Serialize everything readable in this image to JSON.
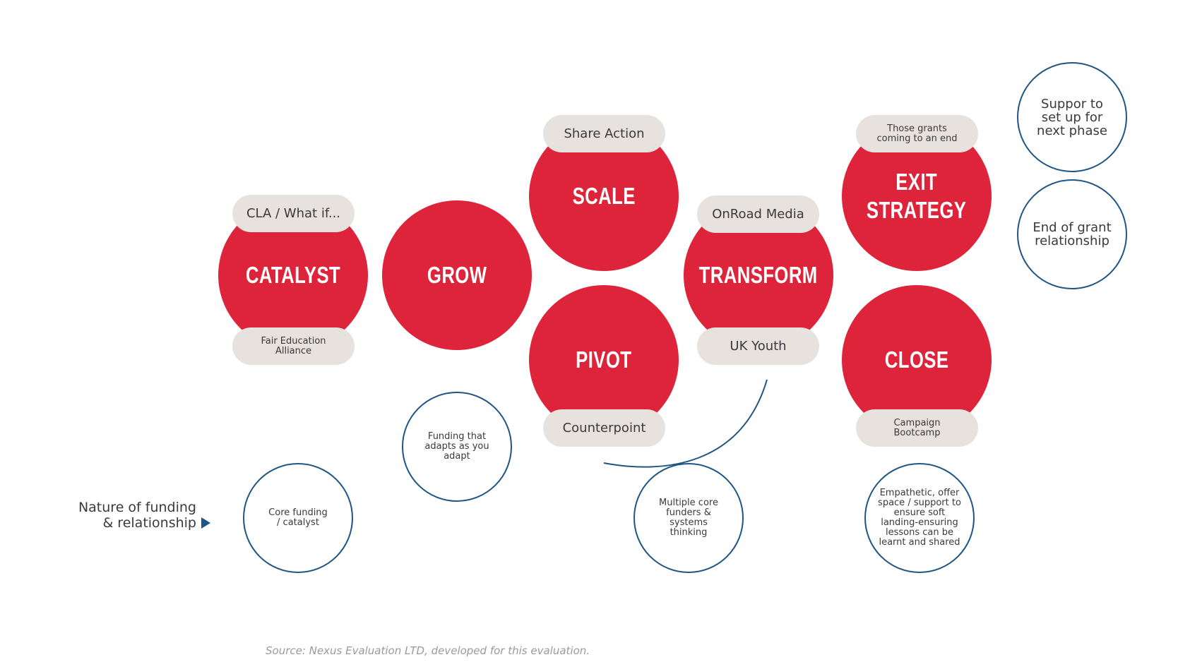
{
  "stages": [
    {
      "id": "catalyst",
      "title": "CATALYST",
      "top_pill": "CLA / What if...",
      "bottom_pill": "Fair Education\nAlliance"
    },
    {
      "id": "grow",
      "title": "GROW"
    },
    {
      "id": "scale",
      "title": "SCALE",
      "top_pill": "Share Action"
    },
    {
      "id": "pivot",
      "title": "PIVOT",
      "bottom_pill": "Counterpoint"
    },
    {
      "id": "transform",
      "title": "TRANSFORM",
      "top_pill": "OnRoad Media",
      "bottom_pill": "UK Youth"
    },
    {
      "id": "exit",
      "title": "EXIT\nSTRATEGY",
      "top_pill": "Those grants\ncoming to an end"
    },
    {
      "id": "close",
      "title": "CLOSE",
      "bottom_pill": "Campaign\nBootcamp"
    }
  ],
  "funding_nature": {
    "label": "Nature of funding\n& relationship",
    "items": [
      "Core funding\n/ catalyst",
      "Funding that\nadapts as you\nadapt",
      "Multiple core\nfunders &\nsystems\nthinking",
      "Empathetic, offer\nspace / support to\nensure soft\nlanding-ensuring\nlessons can be\nlearnt and shared",
      "Suppor to\nset up for\nnext phase",
      "End of grant\nrelationship"
    ]
  },
  "source": "Source: Nexus Evaluation LTD, developed for this evaluation.",
  "colors": {
    "red": "#de243a",
    "pill": "#e8e2df",
    "ring": "#1f5586"
  }
}
